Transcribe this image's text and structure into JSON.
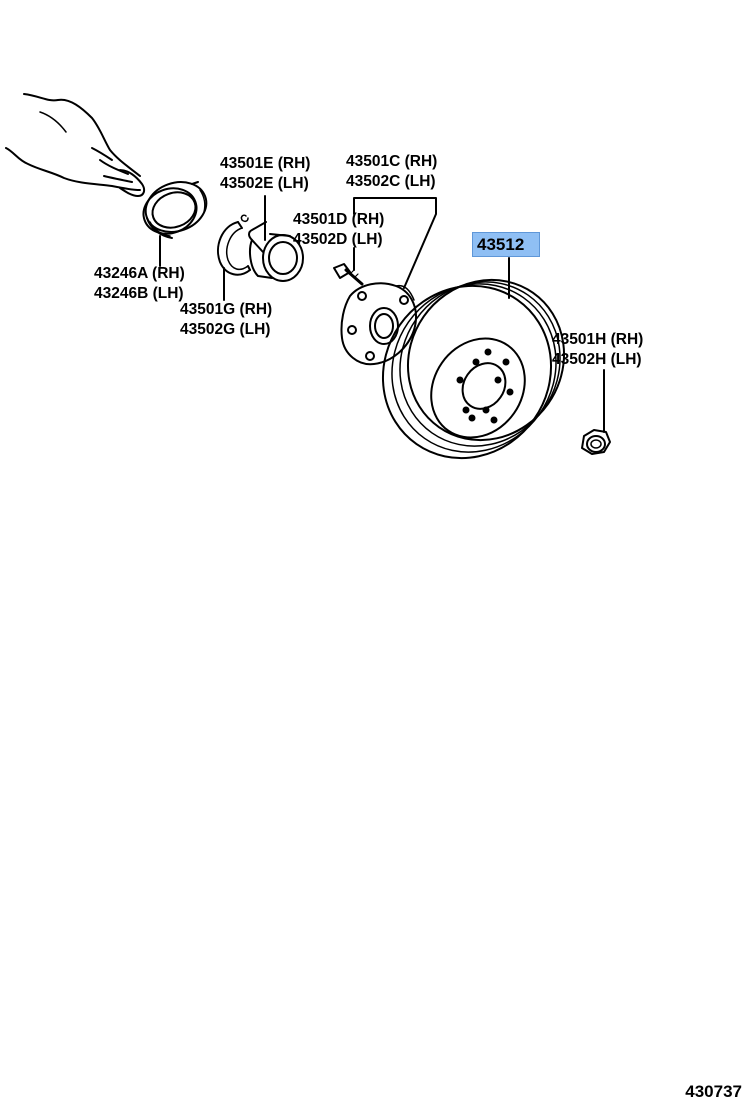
{
  "labels": {
    "p43246": {
      "line1": "43246A (RH)",
      "line2": "43246B (LH)"
    },
    "p43501E": {
      "line1": "43501E (RH)",
      "line2": "43502E (LH)"
    },
    "p43501C": {
      "line1": "43501C (RH)",
      "line2": "43502C (LH)"
    },
    "p43501D": {
      "line1": "43501D (RH)",
      "line2": "43502D (LH)"
    },
    "p43501G": {
      "line1": "43501G (RH)",
      "line2": "43502G (LH)"
    },
    "p43501H": {
      "line1": "43501H (RH)",
      "line2": "43502H (LH)"
    },
    "p43512": "43512"
  },
  "highlight_color": "#8fbff4",
  "diagram_id": "430737"
}
